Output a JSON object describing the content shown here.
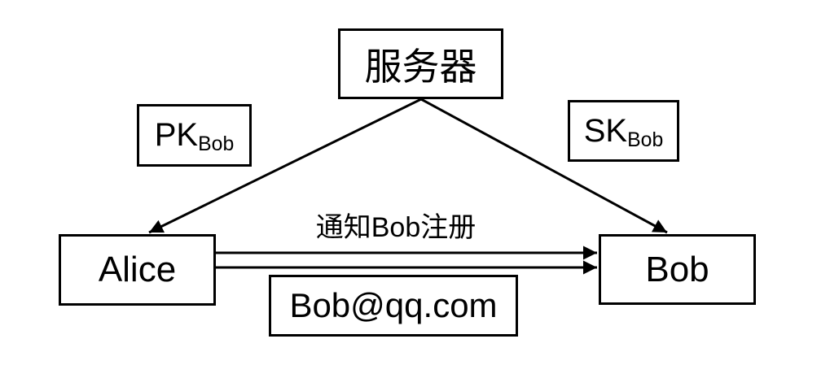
{
  "canvas": {
    "background_color": "#ffffff",
    "line_color": "#000000"
  },
  "nodes": {
    "server": {
      "label": "服务器"
    },
    "alice": {
      "label": "Alice"
    },
    "bob": {
      "label": "Bob"
    },
    "pk_bob": {
      "base": "PK",
      "subscript": "Bob"
    },
    "sk_bob": {
      "base": "SK",
      "subscript": "Bob"
    },
    "email": {
      "label": "Bob@qq.com"
    }
  },
  "edge_labels": {
    "notify": "通知Bob注册"
  },
  "edges": [
    {
      "name": "server-to-alice",
      "from": "server",
      "to": "alice",
      "style": "diagonal-arrow"
    },
    {
      "name": "server-to-bob",
      "from": "server",
      "to": "bob",
      "style": "diagonal-arrow"
    },
    {
      "name": "alice-to-bob-1",
      "from": "alice",
      "to": "bob",
      "style": "horizontal-arrow"
    },
    {
      "name": "alice-to-bob-2",
      "from": "alice",
      "to": "bob",
      "style": "horizontal-arrow"
    }
  ]
}
